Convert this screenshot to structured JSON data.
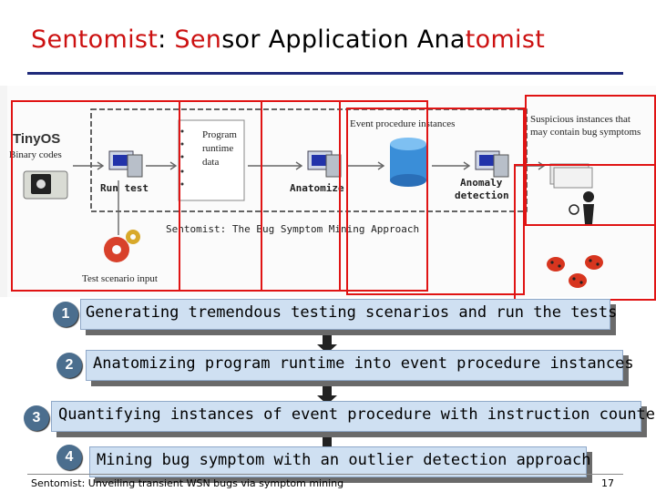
{
  "title": {
    "p1": "Sen",
    "p2": "tomist",
    "p3": ": ",
    "p4": "Sen",
    "p5": "sor Application Ana",
    "p6": "tomist"
  },
  "diagram": {
    "tinyos": "TinyOS",
    "binary_codes": "Binary codes",
    "program_runtime_data": [
      "Program",
      "runtime",
      "data"
    ],
    "run_test": "Run test",
    "anatomize": "Anatomize",
    "event_procedure_instances": "Event procedure instances",
    "anomaly_detection": [
      "Anomaly",
      "detection"
    ],
    "suspicious_instances": [
      "Suspicious instances that",
      "may contain bug symptoms"
    ],
    "approach_caption": "Sentomist: The Bug Symptom Mining Approach",
    "test_scenario_input": "Test scenario input"
  },
  "steps": [
    {
      "num": "1",
      "text": "Generating tremendous testing scenarios and run the tests"
    },
    {
      "num": "2",
      "text": "Anatomizing program runtime into event procedure instances"
    },
    {
      "num": "3",
      "text": "Quantifying instances of event procedure with instruction counter"
    },
    {
      "num": "4",
      "text": "Mining bug symptom with an outlier detection approach"
    }
  ],
  "footer": {
    "text": "Sentomist: Unveiling transient WSN bugs via symptom mining",
    "page": "17"
  },
  "colors": {
    "accent_red": "#cc1111",
    "rule_blue": "#1f2a7a",
    "box_red": "#e01414",
    "step_fill": "#cfe0f2",
    "badge": "#4b6e8e"
  }
}
